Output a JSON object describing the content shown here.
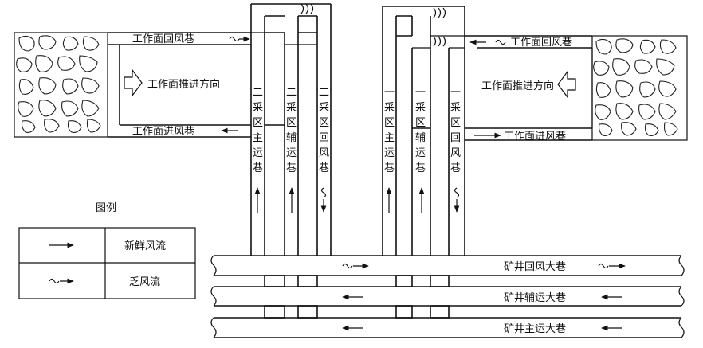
{
  "labels": {
    "face_left": "工作面推进方向",
    "face_right": "工作面推进方向",
    "return_left": "工作面回风巷",
    "return_right": "工作面回风巷",
    "intake_left": "工作面进风巷",
    "intake_right": "工作面进风巷",
    "main_return": "矿井回风大巷",
    "main_aux": "矿井辅运大巷",
    "main_haul": "矿井主运大巷",
    "v_left_main": [
      "二",
      "采",
      "区",
      "主",
      "运",
      "巷"
    ],
    "v_left_aux": [
      "二",
      "采",
      "区",
      "辅",
      "运",
      "巷"
    ],
    "v_left_return": [
      "二",
      "采",
      "区",
      "回",
      "风",
      "巷"
    ],
    "v_right_main": [
      "一",
      "采",
      "区",
      "主",
      "运",
      "巷"
    ],
    "v_right_aux": [
      "一",
      "采",
      "区",
      "辅",
      "运",
      "巷"
    ],
    "v_right_return": [
      "一",
      "采",
      "区",
      "回",
      "风",
      "巷"
    ]
  },
  "legend": {
    "title": "图例",
    "fresh": "新鲜风流",
    "stale": "乏风流"
  }
}
